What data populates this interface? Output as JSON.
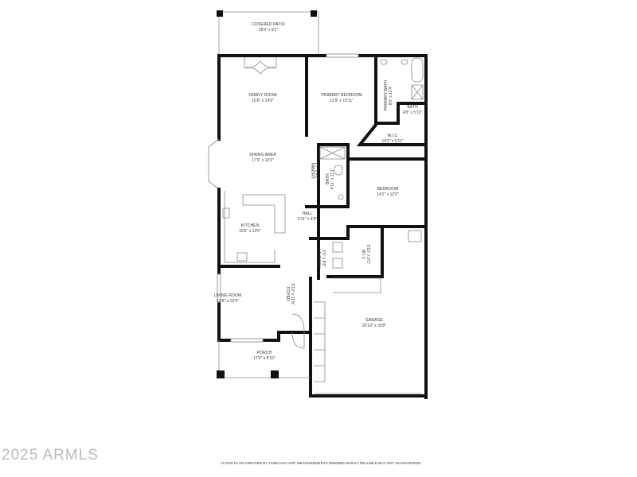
{
  "rooms": {
    "covered_patio": {
      "name": "COVERED PATIO",
      "dims": "18'4\" x 8'1\""
    },
    "family_room": {
      "name": "FAMILY ROOM",
      "dims": "15'8\" x 14'9\""
    },
    "primary_bedroom": {
      "name": "PRIMARY BEDROOM",
      "dims": "12'9\" x 15'11\""
    },
    "primary_bath": {
      "name": "PRIMARY BATH",
      "dims": "8'6\" x 12'4\""
    },
    "bath_1": {
      "name": "BATH",
      "dims": "4'8\" x 5'10\""
    },
    "wic_1": {
      "name": "W.I.C",
      "dims": "14'2\" x 5'11\""
    },
    "dining_area": {
      "name": "DINING AREA",
      "dims": "17'9\" x 10'0\""
    },
    "pantry": {
      "name": "PANTRY",
      "dims": "1'7\" x 4'2\""
    },
    "bath_2": {
      "name": "BATH",
      "dims": "4'11\" x 11'1\""
    },
    "bedroom": {
      "name": "BEDROOM",
      "dims": "14'2\" x 12'0\""
    },
    "hall": {
      "name": "HALL",
      "dims": "6'11\" x 4'9\""
    },
    "kitchen": {
      "name": "KITCHEN",
      "dims": "16'6\" x 13'5\""
    },
    "laundry": {
      "name": "LAUNDRY",
      "dims": "6'0\" x 8'5\""
    },
    "wic_2": {
      "name": "W.I.C",
      "dims": "5'10\" x 9'1\""
    },
    "living_room": {
      "name": "LIVING ROOM",
      "dims": "10'8\" x 13'4\""
    },
    "foyer": {
      "name": "FOYER",
      "dims": "5'10\" x 11'8\""
    },
    "garage": {
      "name": "GARAGE",
      "dims": "20'10\" x 30'8\""
    },
    "porch": {
      "name": "PORCH",
      "dims": "17'0\" x 8'10\""
    }
  },
  "watermark": "2025 ARMLS",
  "disclaimer": "FLOOR PLAN CREATED BY CUBICASA APP. MEASUREMENTS DEEMED HIGHLY RELIABLE BUT NOT GUARANTEED."
}
